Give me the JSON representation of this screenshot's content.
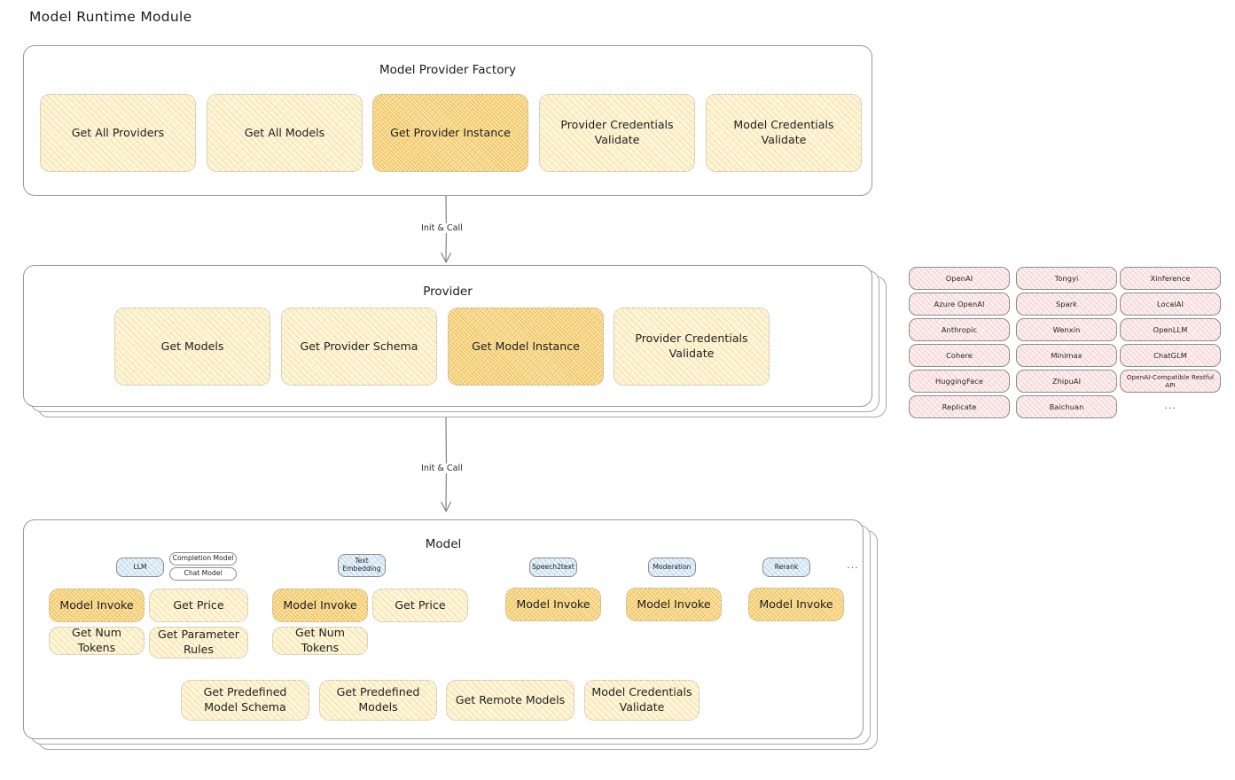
{
  "page": {
    "title": "Model Runtime Module"
  },
  "factory": {
    "title": "Model Provider Factory",
    "boxes": [
      {
        "label": "Get All Providers",
        "highlight": false
      },
      {
        "label": "Get All Models",
        "highlight": false
      },
      {
        "label": "Get Provider Instance",
        "highlight": true
      },
      {
        "label": "Provider Credentials Validate",
        "highlight": false
      },
      {
        "label": "Model Credentials Validate",
        "highlight": false
      }
    ]
  },
  "connector_1": {
    "label": "Init & Call"
  },
  "provider": {
    "title": "Provider",
    "boxes": [
      {
        "label": "Get Models",
        "highlight": false
      },
      {
        "label": "Get Provider Schema",
        "highlight": false
      },
      {
        "label": "Get Model Instance",
        "highlight": true
      },
      {
        "label": "Provider Credentials Validate",
        "highlight": false
      }
    ]
  },
  "connector_2": {
    "label": "Init & Call"
  },
  "provider_list": {
    "columns": [
      [
        "OpenAI",
        "Azure OpenAI",
        "Anthropic",
        "Cohere",
        "HuggingFace",
        "Replicate"
      ],
      [
        "Tongyi",
        "Spark",
        "Wenxin",
        "Minimax",
        "ZhipuAI",
        "Baichuan"
      ],
      [
        "Xinference",
        "LocalAI",
        "OpenLLM",
        "ChatGLM",
        "OpenAI-Compatible Restful API"
      ]
    ],
    "more": "..."
  },
  "model": {
    "title": "Model",
    "more": "...",
    "groups": [
      {
        "badge": "LLM",
        "sub_badges": [
          "Completion Model",
          "Chat Model"
        ],
        "boxes": [
          {
            "label": "Model Invoke",
            "highlight": true
          },
          {
            "label": "Get Price",
            "highlight": false
          },
          {
            "label": "Get Num Tokens",
            "highlight": false
          },
          {
            "label": "Get Parameter Rules",
            "highlight": false
          }
        ]
      },
      {
        "badge": "Text Embedding",
        "sub_badges": [],
        "boxes": [
          {
            "label": "Model Invoke",
            "highlight": true
          },
          {
            "label": "Get Price",
            "highlight": false
          },
          {
            "label": "Get Num Tokens",
            "highlight": false
          }
        ]
      },
      {
        "badge": "Speech2text",
        "sub_badges": [],
        "boxes": [
          {
            "label": "Model Invoke",
            "highlight": true
          }
        ]
      },
      {
        "badge": "Moderation",
        "sub_badges": [],
        "boxes": [
          {
            "label": "Model Invoke",
            "highlight": true
          }
        ]
      },
      {
        "badge": "Rerank",
        "sub_badges": [],
        "boxes": [
          {
            "label": "Model Invoke",
            "highlight": true
          }
        ]
      }
    ],
    "common_boxes": [
      {
        "label": "Get Predefined Model Schema"
      },
      {
        "label": "Get Predefined Models"
      },
      {
        "label": "Get Remote Models"
      },
      {
        "label": "Model Credentials Validate"
      }
    ]
  },
  "colors": {
    "fill_yellow": "#fdf6dd",
    "fill_yellow_strong": "#fbe6b0",
    "fill_pink": "#fdf0f0",
    "fill_blue": "#eaf3fb",
    "stroke_gray": "#9a9a9a",
    "text": "#1e1e1e"
  }
}
